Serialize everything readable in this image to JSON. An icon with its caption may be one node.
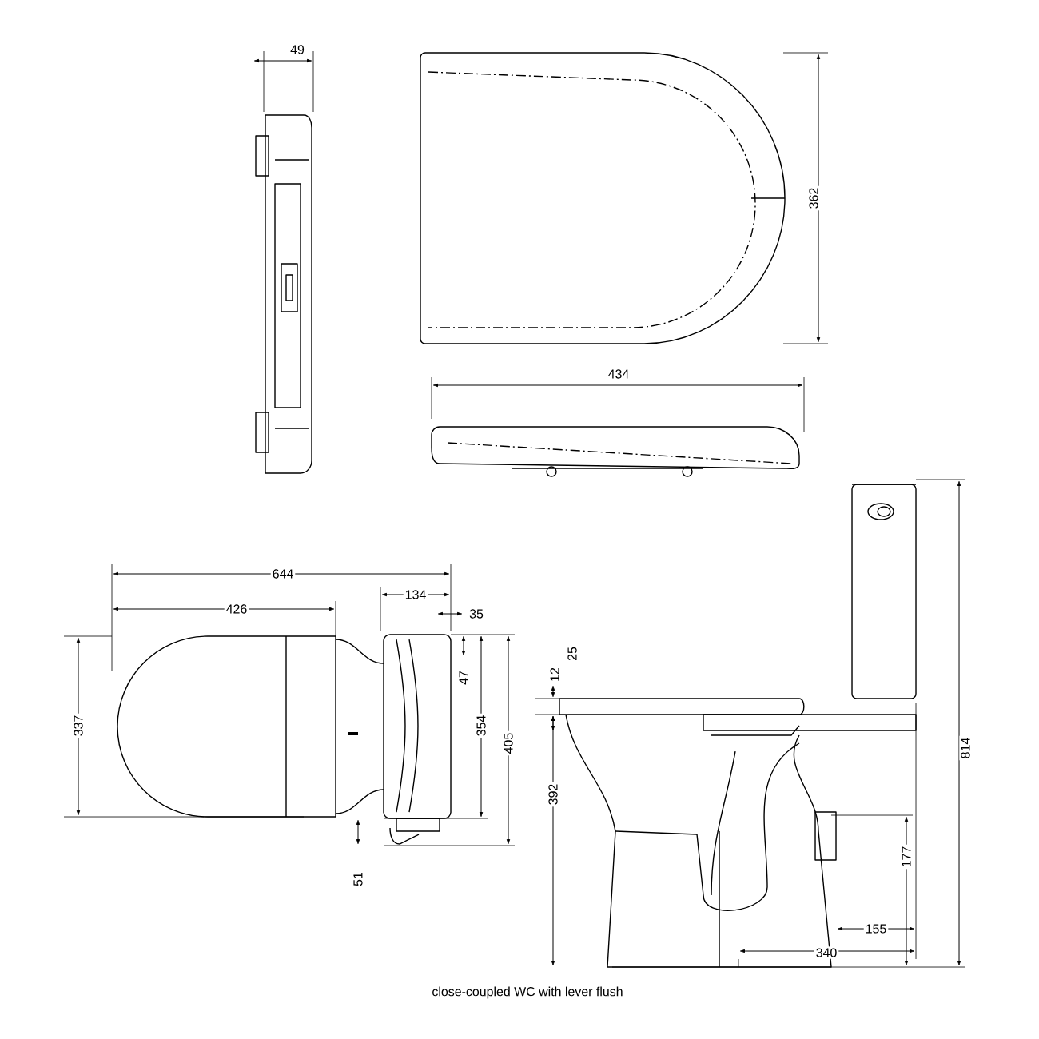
{
  "diagram": {
    "caption": "close-coupled WC with lever flush",
    "labels": [
      "49",
      "362",
      "434",
      "644",
      "426",
      "134",
      "35",
      "47",
      "337",
      "354",
      "405",
      "51",
      "25",
      "12",
      "392",
      "814",
      "177",
      "155",
      "340"
    ]
  }
}
